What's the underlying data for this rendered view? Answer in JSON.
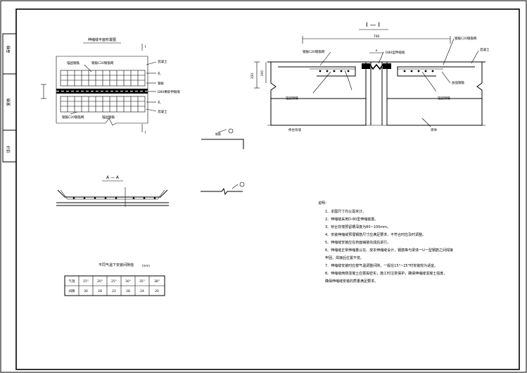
{
  "title_block": {
    "cells": [
      "审核",
      "复核",
      "设计"
    ]
  },
  "plan_view": {
    "title": "伸缩缝平面布置图",
    "section_mark": "I",
    "labels": {
      "bar_rebar": "钢筋C20钢筋网",
      "anchor_bar": "锚固钢筋",
      "concrete": "混凝土",
      "mesh_rebar": "钢筋C20钢筋网",
      "anchor_steel": "锚固钢筋",
      "rubber_strip": "D80橡胶伸缩缝",
      "steel_strip": "钢板",
      "hole": "孔"
    }
  },
  "section_view": {
    "title": "I — I",
    "labels": {
      "mesh_rebar_left": "钢筋C20钢筋网",
      "mesh_rebar_right": "钢筋C20钢筋网",
      "joint": "D80型伸缩缝",
      "concrete": "混凝土",
      "anchor_left": "锚固钢筋",
      "anchor_right": "锚固钢筋",
      "rebar_right": "加强钢筋",
      "abutment": "桥台背墙",
      "beam": "梁体"
    },
    "dims": {
      "total": "700",
      "height": "350",
      "height_inner": "300",
      "gap": "e"
    }
  },
  "aa_view": {
    "title": "A — A"
  },
  "detail_bar": {
    "label": "钢筋"
  },
  "notes": {
    "heading": "说明：",
    "items": [
      "1、本图尺寸均以毫米计。",
      "2、伸缩缝采用D-80型伸缩装置。",
      "3、桥台背墙预留槽深度为80~100mm。",
      "4、安装伸缩缝预埋钢筋尺寸应满足要求，不符合时应及时调整。",
      "5、伸缩缝安装应在桥面铺装完成后进行。",
      "6、伸缩缝正常伸缩量以在、放本伸缩缝设计，钢筋等与梁体一U一型钢筋之间焊接",
      "    牢固，焊接后位置不变。",
      "7、伸缩缝安装时应按气温调整间隙，一般在15°~25°时安装较为适宜。",
      "8、伸缩缝两侧混凝土应振捣密实，施工时注意保护，确保伸缩缝混凝土强度，",
      "    确保伸缩缝安装的质量满足要求。"
    ]
  },
  "gap_table": {
    "title": "不同气温下安装间隙值",
    "unit": "(mm)",
    "headers": [
      "气温",
      "15°",
      "20°",
      "25°",
      "30°",
      "35°",
      "38°"
    ],
    "rows": [
      [
        "间隙",
        "30",
        "28",
        "22",
        "28",
        "24",
        "20"
      ]
    ]
  }
}
